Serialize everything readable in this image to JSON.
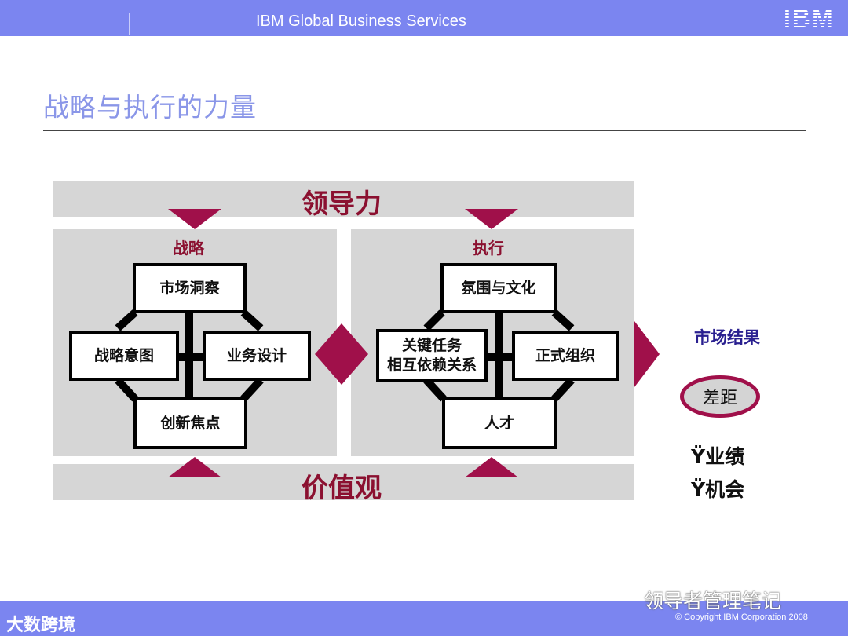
{
  "header": {
    "service": "IBM Global Business Services",
    "logo": "IBM"
  },
  "title": "战略与执行的力量",
  "diagram": {
    "top_band": "领导力",
    "bottom_band": "价值观",
    "strategy": {
      "title": "战略",
      "top": "市场洞察",
      "left": "战略意图",
      "right": "业务设计",
      "bottom": "创新焦点"
    },
    "execution": {
      "title": "执行",
      "top": "氛围与文化",
      "left_line1": "关键任务",
      "left_line2": "相互依赖关系",
      "right": "正式组织",
      "bottom": "人才"
    },
    "result": "市场结果",
    "gap": "差距",
    "outcome1": "Ÿ业绩",
    "outcome2": "Ÿ机会"
  },
  "colors": {
    "brand_blue": "#7b85f0",
    "accent_crimson": "#a0104a",
    "band_gray": "#d6d6d6"
  },
  "footer": {
    "copyright": "© Copyright IBM Corporation 2008",
    "watermark_left": "大数跨境",
    "watermark_right": "领导者管理笔记"
  }
}
